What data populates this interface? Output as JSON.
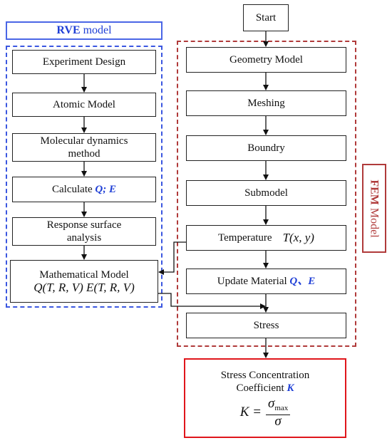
{
  "start": "Start",
  "rve": {
    "label_bold": "RVE",
    "label_rest": "model",
    "experiment_design": "Experiment Design",
    "atomic_model": "Atomic Model",
    "md_line1": "Molecular dynamics",
    "md_line2": "method",
    "calculate_prefix": "Calculate",
    "calculate_vars": "Q; E",
    "rsa_line1": "Response surface",
    "rsa_line2": "analysis",
    "math_title": "Mathematical Model",
    "math_formula": "Q(T, R, V) E(T, R, V)"
  },
  "fem": {
    "label_bold": "FEM",
    "label_rest": "Model",
    "geometry_model": "Geometry Model",
    "meshing": "Meshing",
    "boundry": "Boundry",
    "submodel": "Submodel",
    "temperature": "Temperature",
    "temperature_formula": "T(x, y)",
    "update_prefix": "Update Material",
    "update_vars": "Q、E",
    "stress": "Stress"
  },
  "result": {
    "line1": "Stress Concentration",
    "line2_prefix": "Coefficient",
    "line2_var": "K",
    "formula_lhs": "K =",
    "formula_num": "σ",
    "formula_num_sub": "max",
    "formula_den": "σ"
  }
}
